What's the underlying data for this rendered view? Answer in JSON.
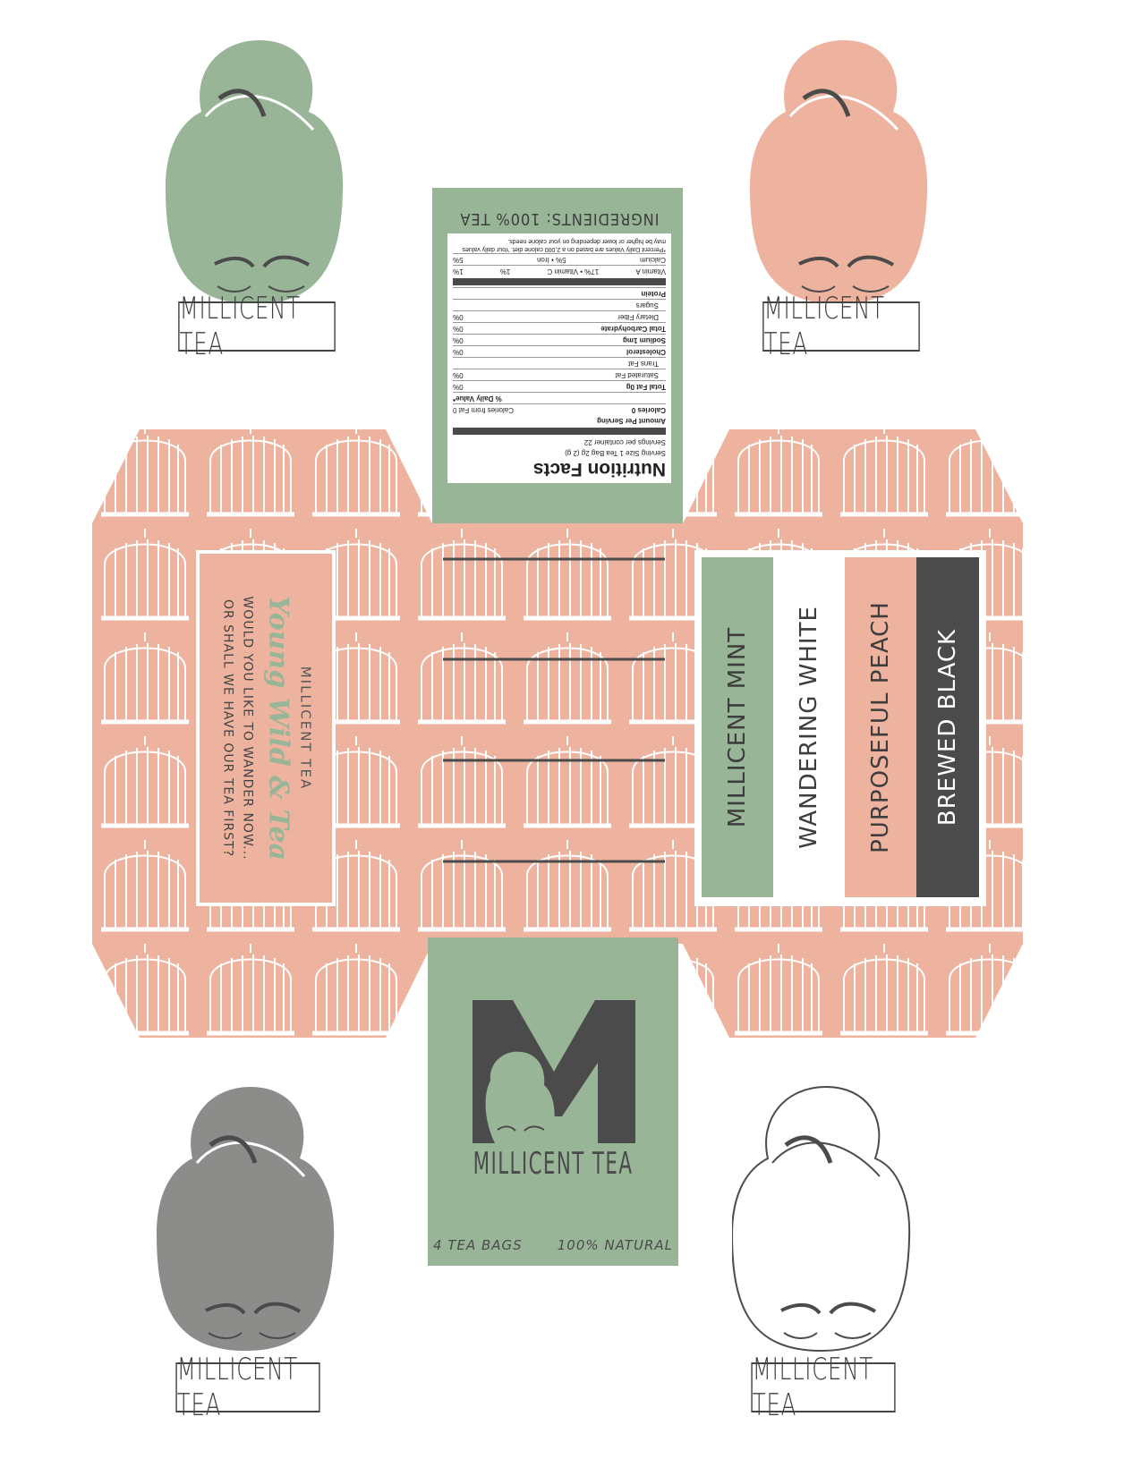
{
  "colors": {
    "green": "#98b597",
    "peach": "#eeb39e",
    "charcoal": "#4b4b4b",
    "gray": "#8c8c8a",
    "white": "#ffffff"
  },
  "logos": [
    {
      "color": "#98b597",
      "label": "MILLICENT TEA"
    },
    {
      "color": "#eeb39e",
      "label": "MILLICENT TEA"
    },
    {
      "color": "#8c8c8a",
      "label": "MILLICENT TEA"
    },
    {
      "color": "#ffffff",
      "label": "MILLICENT TEA"
    }
  ],
  "nutrition": {
    "ingredients": "INGREDIENTS: 100% TEA",
    "title": "Nutrition Facts",
    "serving_size": "Serving Size 1 Tea Bag 2g (2 g)",
    "servings_per_container": "Servings per container 22",
    "amount_per_serving": "Amount Per Serving",
    "calories": "Calories 0",
    "calories_fat": "Calories from Fat 0",
    "daily_value_header": "% Daily Value*",
    "rows": [
      {
        "label": "Total Fat 0g",
        "value": "0%"
      },
      {
        "label": "Saturated Fat",
        "value": "0%"
      },
      {
        "label": "Trans Fat",
        "value": ""
      },
      {
        "label": "Cholesterol",
        "value": "0%"
      },
      {
        "label": "Sodium 1mg",
        "value": "0%"
      },
      {
        "label": "Total Carbohydrate",
        "value": "0%"
      },
      {
        "label": "Dietary Fiber",
        "value": "0%"
      },
      {
        "label": "Sugars",
        "value": ""
      },
      {
        "label": "Protein",
        "value": ""
      }
    ],
    "vitamin_a": "Vitamin A",
    "vitamin_a_pct": "17% • Vitamin C",
    "vitamin_c_pct": "1%",
    "vitamin_a_left": "1%",
    "calcium": "Calcium",
    "calcium_pct": "5% • Iron",
    "iron_pct": "5%",
    "footnote": "*Percent Daily Values are based on a 2,000 calorie diet. Your daily values may be higher or lower depending on your calorie needs."
  },
  "front": {
    "brand": "MILLICENT TEA",
    "title": "Young Wild & Tea",
    "question_line1": "WOULD YOU LIKE TO WANDER NOW...",
    "question_line2": "OR SHALL WE HAVE OUR TEA FIRST?"
  },
  "flavors": [
    {
      "name": "MILLICENT MINT",
      "bg": "#98b597",
      "fg": "#3d3d3d"
    },
    {
      "name": "WANDERING WHITE",
      "bg": "#ffffff",
      "fg": "#3d3d3d"
    },
    {
      "name": "PURPOSEFUL PEACH",
      "bg": "#eeb39e",
      "fg": "#3d3d3d"
    },
    {
      "name": "BREWED BLACK",
      "bg": "#4b4b4b",
      "fg": "#ffffff"
    }
  ],
  "bottom": {
    "letter": "M",
    "brand": "MILLICENT TEA",
    "count": "4 TEA BAGS",
    "natural": "100% NATURAL"
  }
}
